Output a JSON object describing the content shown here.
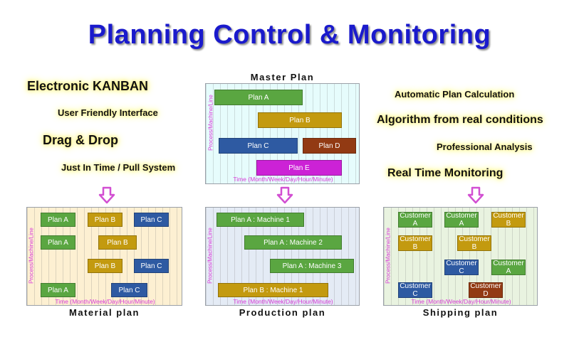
{
  "title": "Planning Control & Monitoring",
  "features_left": {
    "electronic_kanban": "Electronic KANBAN",
    "user_friendly": "User Friendly Interface",
    "drag_drop": "Drag & Drop",
    "jit": "Just In Time / Pull System"
  },
  "features_right": {
    "auto_calc": "Automatic Plan Calculation",
    "algorithm": "Algorithm from real conditions",
    "analysis": "Professional Analysis",
    "monitoring": "Real Time Monitoring"
  },
  "axis": {
    "y": "Process/Machine/Line",
    "x": "Time (Month/Week/Day/Hour/Minute)"
  },
  "master_plan": {
    "label": "Master Plan",
    "bars": [
      "Plan A",
      "Plan B",
      "Plan C",
      "Plan D",
      "Plan E"
    ]
  },
  "material_plan": {
    "label": "Material plan",
    "bars": [
      "Plan A",
      "Plan B",
      "Plan C",
      "Plan A",
      "Plan B",
      "Plan B",
      "Plan C",
      "Plan A",
      "Plan C"
    ]
  },
  "production_plan": {
    "label": "Production plan",
    "bars": [
      "Plan A : Machine 1",
      "Plan A : Machine 2",
      "Plan A : Machine 3",
      "Plan B : Machine 1"
    ]
  },
  "shipping_plan": {
    "label": "Shipping plan",
    "bars": [
      [
        "Customer",
        "A"
      ],
      [
        "Customer",
        "A"
      ],
      [
        "Customer",
        "B"
      ],
      [
        "Customer",
        "B"
      ],
      [
        "Customer",
        "B"
      ],
      [
        "Customer",
        "C"
      ],
      [
        "Customer",
        "A"
      ],
      [
        "Customer",
        "C"
      ],
      [
        "Customer",
        "D"
      ]
    ]
  },
  "colors": {
    "title": "#1a1acc",
    "green": "#5aa641",
    "gold": "#c39a0f",
    "blue": "#2e5aa2",
    "brown": "#923a13",
    "magenta": "#cc22d6",
    "arrow": "#d24fd2",
    "master_bg": "#e6fcfc",
    "material_bg": "#fdf0d2",
    "production_bg": "#e4ebf5",
    "shipping_bg": "#e9f3e0"
  },
  "icons": [
    "down-arrow-icon"
  ]
}
